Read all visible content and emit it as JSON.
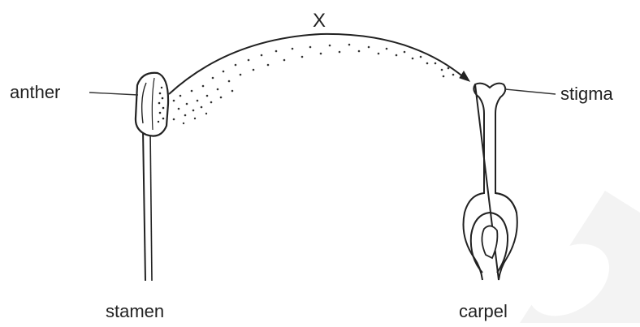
{
  "diagram": {
    "arc_label": "X",
    "labels": {
      "anther": "anther",
      "stigma": "stigma",
      "stamen": "stamen",
      "carpel": "carpel"
    }
  },
  "colors": {
    "ink": "#222222",
    "watermark": "#f3f3f3",
    "background": "#ffffff"
  }
}
